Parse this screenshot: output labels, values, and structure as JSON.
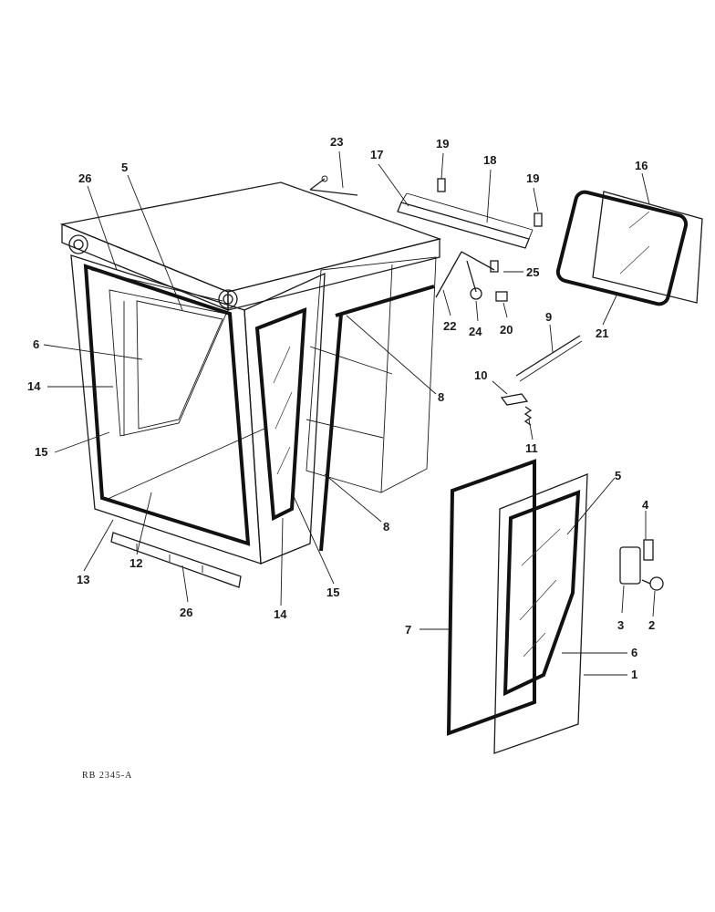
{
  "drawing_code": "RB 2345-A",
  "callouts": [
    {
      "id": "c23",
      "text": "23"
    },
    {
      "id": "c19a",
      "text": "19"
    },
    {
      "id": "c17",
      "text": "17"
    },
    {
      "id": "c18",
      "text": "18"
    },
    {
      "id": "c19b",
      "text": "19"
    },
    {
      "id": "c16",
      "text": "16"
    },
    {
      "id": "c26a",
      "text": "26"
    },
    {
      "id": "c5a",
      "text": "5"
    },
    {
      "id": "c25",
      "text": "25"
    },
    {
      "id": "c22",
      "text": "22"
    },
    {
      "id": "c24",
      "text": "24"
    },
    {
      "id": "c20",
      "text": "20"
    },
    {
      "id": "c21",
      "text": "21"
    },
    {
      "id": "c6a",
      "text": "6"
    },
    {
      "id": "c9",
      "text": "9"
    },
    {
      "id": "c14a",
      "text": "14"
    },
    {
      "id": "c10",
      "text": "10"
    },
    {
      "id": "c8a",
      "text": "8"
    },
    {
      "id": "c15a",
      "text": "15"
    },
    {
      "id": "c11",
      "text": "11"
    },
    {
      "id": "c5b",
      "text": "5"
    },
    {
      "id": "c8b",
      "text": "8"
    },
    {
      "id": "c4",
      "text": "4"
    },
    {
      "id": "c13",
      "text": "13"
    },
    {
      "id": "c12",
      "text": "12"
    },
    {
      "id": "c15b",
      "text": "15"
    },
    {
      "id": "c26b",
      "text": "26"
    },
    {
      "id": "c14b",
      "text": "14"
    },
    {
      "id": "c7",
      "text": "7"
    },
    {
      "id": "c3",
      "text": "3"
    },
    {
      "id": "c2",
      "text": "2"
    },
    {
      "id": "c6b",
      "text": "6"
    },
    {
      "id": "c1",
      "text": "1"
    }
  ]
}
